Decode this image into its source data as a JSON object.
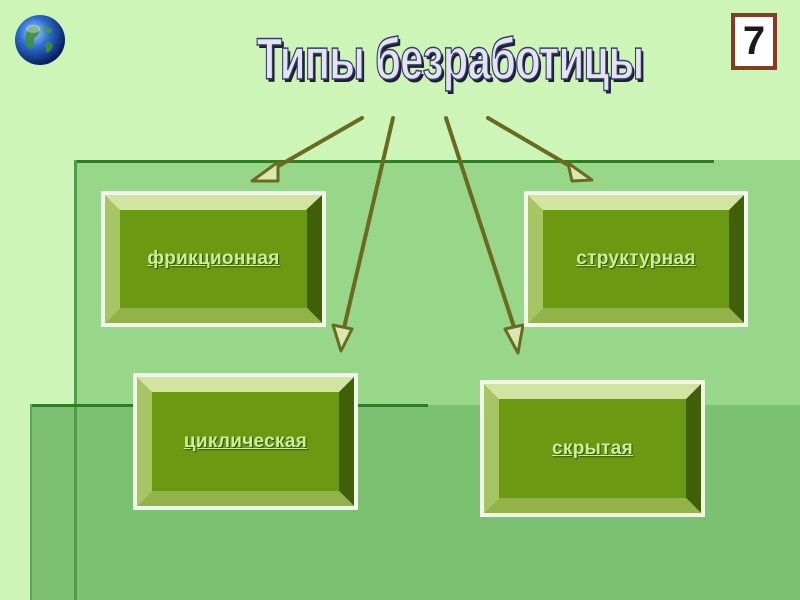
{
  "slide": {
    "number": "7",
    "title": "Типы безработицы",
    "types": [
      {
        "label": "фрикционная"
      },
      {
        "label": "структурная"
      },
      {
        "label": "циклическая"
      },
      {
        "label": "скрытая"
      }
    ]
  },
  "colors": {
    "background": "#cdf5b8",
    "panel": "#98d68a",
    "box_face": "#6b9a12",
    "arrow": "#6b6b1f",
    "label_text": "#c7f09e",
    "number_border": "#8a3a22"
  },
  "icons": {
    "globe": "globe-icon"
  }
}
